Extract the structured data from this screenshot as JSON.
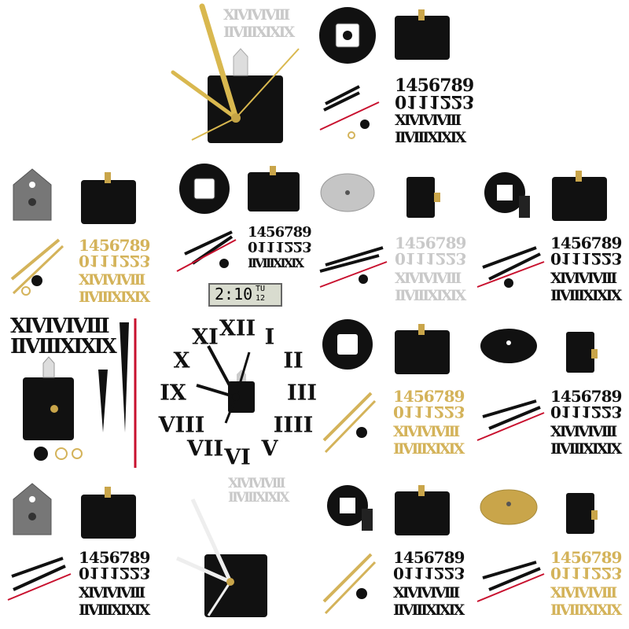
{
  "collage": {
    "arabic_digits": "1456789",
    "arabic_digits_flipped": "0111223",
    "roman_row_1": "XIVIVIVIII",
    "roman_row_2": "IIVIIIXIXIX",
    "lcd_display": {
      "time": "2:10",
      "small_top": "TU",
      "small_bottom": "12"
    },
    "clock_numerals": [
      "XII",
      "I",
      "II",
      "III",
      "IIII",
      "V",
      "VI",
      "VII",
      "VIII",
      "IX",
      "X",
      "XI"
    ]
  },
  "colors": {
    "black": "#111111",
    "gold": "#d4b35a",
    "silver": "#c9c9c9",
    "red": "#c8102e",
    "hanger": "#5a5a5a"
  },
  "icons": [
    "clock-movement-icon",
    "clock-hands-icon",
    "hanger-icon",
    "washer-icon",
    "nut-icon"
  ]
}
